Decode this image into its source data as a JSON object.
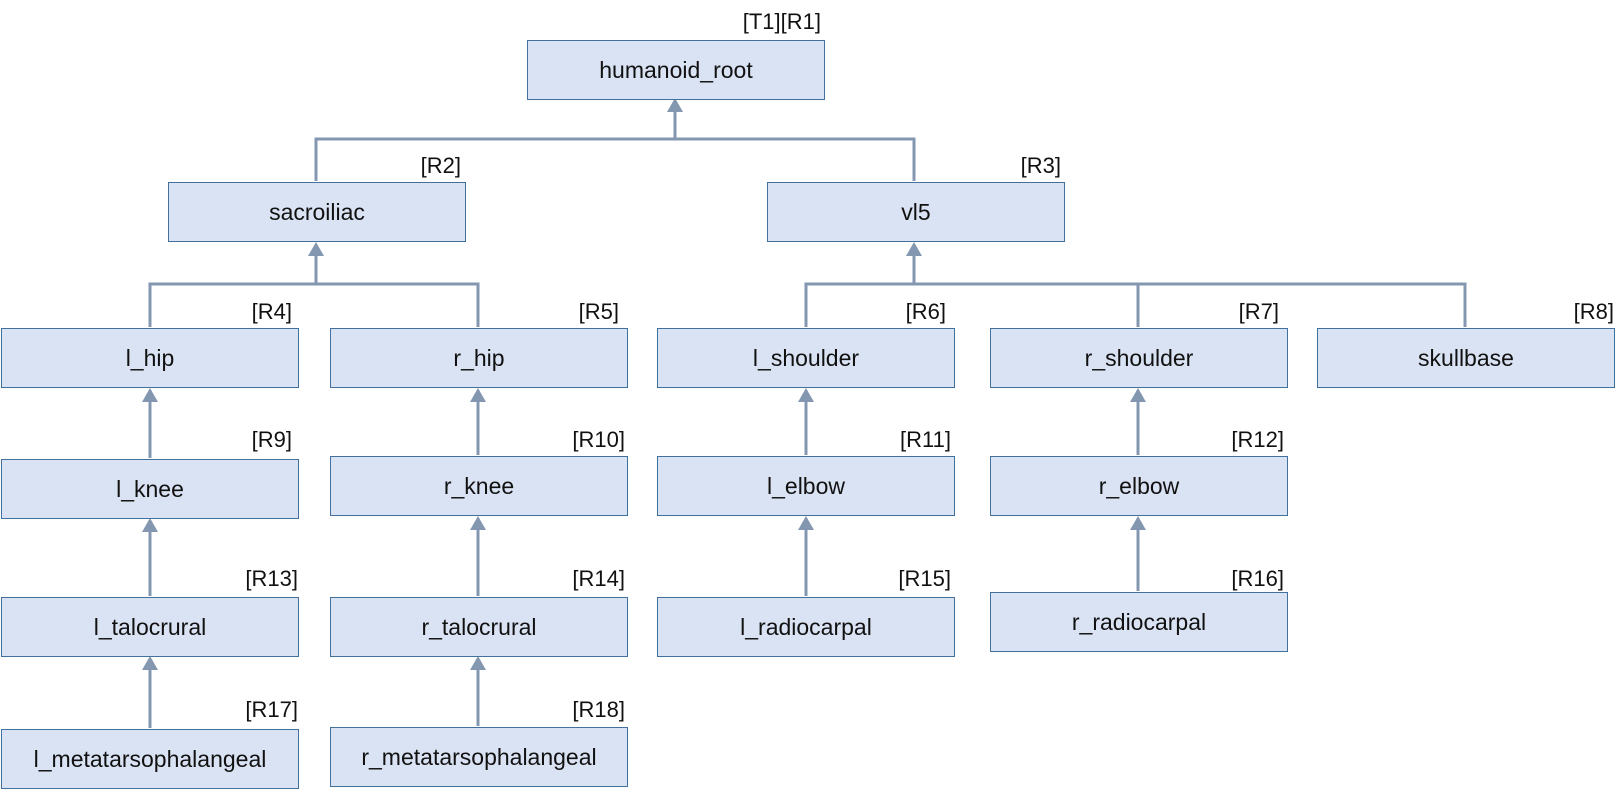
{
  "colors": {
    "node_fill": "#DAE3F3",
    "node_border": "#41719C",
    "edge": "#8497B0"
  },
  "nodes": {
    "humanoid_root": {
      "label": "humanoid_root",
      "tag": "[T1][R1]"
    },
    "sacroiliac": {
      "label": "sacroiliac",
      "tag": "[R2]"
    },
    "vl5": {
      "label": "vl5",
      "tag": "[R3]"
    },
    "l_hip": {
      "label": "l_hip",
      "tag": "[R4]"
    },
    "r_hip": {
      "label": "r_hip",
      "tag": "[R5]"
    },
    "l_shoulder": {
      "label": "l_shoulder",
      "tag": "[R6]"
    },
    "r_shoulder": {
      "label": "r_shoulder",
      "tag": "[R7]"
    },
    "skullbase": {
      "label": "skullbase",
      "tag": "[R8]"
    },
    "l_knee": {
      "label": "l_knee",
      "tag": "[R9]"
    },
    "r_knee": {
      "label": "r_knee",
      "tag": "[R10]"
    },
    "l_elbow": {
      "label": "l_elbow",
      "tag": "[R11]"
    },
    "r_elbow": {
      "label": "r_elbow",
      "tag": "[R12]"
    },
    "l_talocrural": {
      "label": "l_talocrural",
      "tag": "[R13]"
    },
    "r_talocrural": {
      "label": "r_talocrural",
      "tag": "[R14]"
    },
    "l_radiocarpal": {
      "label": "l_radiocarpal",
      "tag": "[R15]"
    },
    "r_radiocarpal": {
      "label": "r_radiocarpal",
      "tag": "[R16]"
    },
    "l_metatarsophalangeal": {
      "label": "l_metatarsophalangeal",
      "tag": "[R17]"
    },
    "r_metatarsophalangeal": {
      "label": "r_metatarsophalangeal",
      "tag": "[R18]"
    }
  },
  "edges": [
    [
      "sacroiliac",
      "humanoid_root"
    ],
    [
      "vl5",
      "humanoid_root"
    ],
    [
      "l_hip",
      "sacroiliac"
    ],
    [
      "r_hip",
      "sacroiliac"
    ],
    [
      "l_shoulder",
      "vl5"
    ],
    [
      "r_shoulder",
      "vl5"
    ],
    [
      "skullbase",
      "vl5"
    ],
    [
      "l_knee",
      "l_hip"
    ],
    [
      "r_knee",
      "r_hip"
    ],
    [
      "l_elbow",
      "l_shoulder"
    ],
    [
      "r_elbow",
      "r_shoulder"
    ],
    [
      "l_talocrural",
      "l_knee"
    ],
    [
      "r_talocrural",
      "r_knee"
    ],
    [
      "l_radiocarpal",
      "l_elbow"
    ],
    [
      "r_radiocarpal",
      "r_elbow"
    ],
    [
      "l_metatarsophalangeal",
      "l_talocrural"
    ],
    [
      "r_metatarsophalangeal",
      "r_talocrural"
    ]
  ]
}
